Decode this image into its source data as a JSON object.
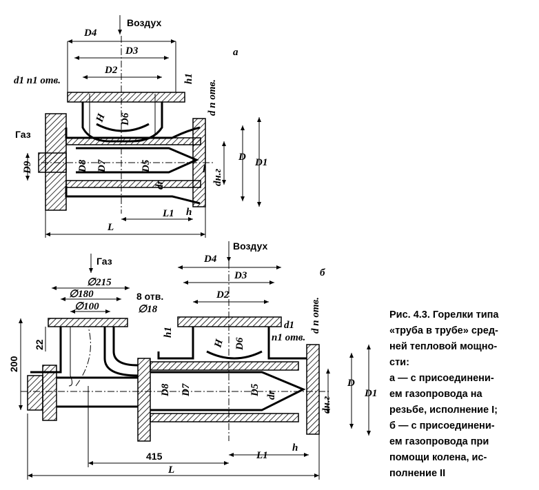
{
  "drawing_a": {
    "variant_letter": "а",
    "air_label": "Воздух",
    "gas_label": "Газ",
    "dims": {
      "D4": "D4",
      "D3": "D3",
      "D2": "D2",
      "H": "H",
      "D6": "D6",
      "D9": "D9",
      "D8": "D8",
      "D7": "D7",
      "D5": "D5",
      "d_ng": "dн.г",
      "D": "D",
      "D1": "D1",
      "d1_n1": "d1 n1 отв.",
      "h1": "h1",
      "d_n": "d n отв.",
      "L": "L",
      "L1": "L1",
      "h": "h",
      "d_r": "dr",
      "l": "l"
    }
  },
  "drawing_b": {
    "variant_letter": "б",
    "air_label": "Воздух",
    "gas_label": "Газ",
    "dims": {
      "d215": "∅215",
      "d180": "∅180",
      "d100": "∅100",
      "holes8": "8 отв.",
      "d18": "∅18",
      "D4": "D4",
      "D3": "D3",
      "D2": "D2",
      "H": "H",
      "D6": "D6",
      "h1": "h1",
      "d1_n1": "d1",
      "n1": "n1 отв.",
      "d_n": "d n отв.",
      "dim200": "200",
      "dim22": "22",
      "D8": "D8",
      "D7": "D7",
      "D5": "D5",
      "d_r": "dr",
      "d_ng": "dн.г",
      "D": "D",
      "D1": "D1",
      "dim415": "415",
      "L1": "L1",
      "h": "h",
      "L": "L"
    }
  },
  "caption": {
    "lines": [
      "Рис. 4.3. Горелки типа",
      "«труба в трубе» сред-",
      "ней тепловой мощно-",
      "сти:",
      "а — с присоединени-",
      "ем газопровода на",
      "резьбе, исполнение I;",
      "б — с присоединени-",
      "ем газопровода при",
      "помощи колена, ис-",
      "полнение II"
    ]
  }
}
